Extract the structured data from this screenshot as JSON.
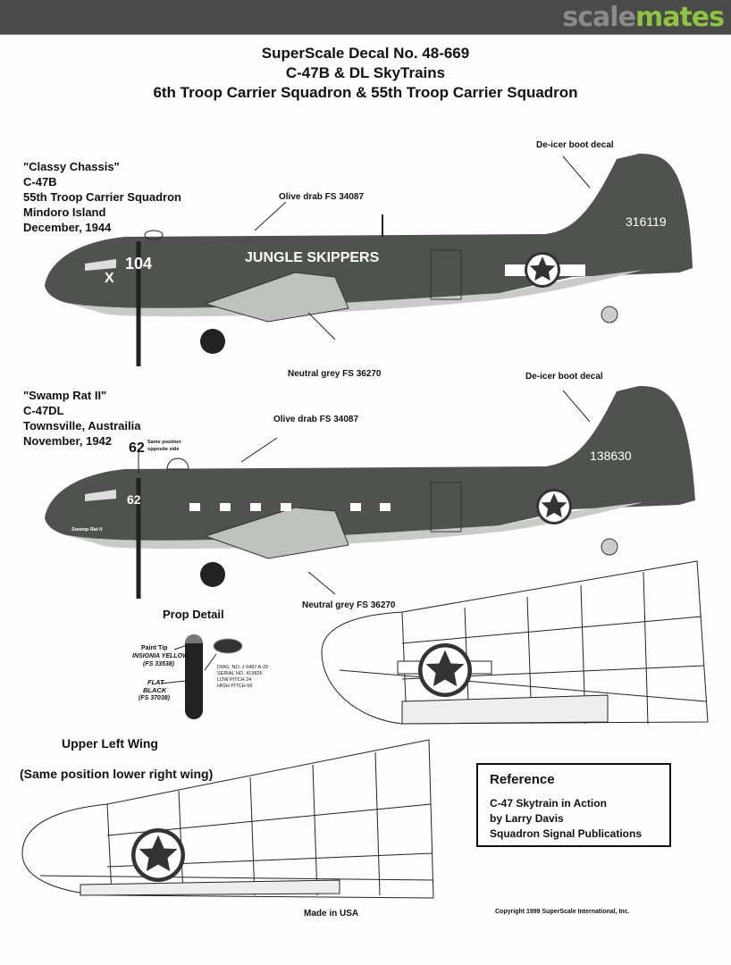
{
  "header": {
    "logo_part1": "scale",
    "logo_part2": "mates"
  },
  "title": {
    "line1": "SuperScale Decal No. 48-669",
    "line2": "C-47B & DL SkyTrains",
    "line3": "6th Troop Carrier Squadron & 55th Troop Carrier Squadron"
  },
  "aircraft1": {
    "name": "\"Classy Chassis\"",
    "type": "C-47B",
    "unit": "55th Troop Carrier Squadron",
    "location": "Mindoro Island",
    "date": "December, 1944",
    "callouts": {
      "deicer": "De-icer boot decal",
      "olive": "Olive drab FS 34087",
      "grey": "Neutral grey FS 36270"
    },
    "markings": {
      "nose_number": "104",
      "nose_letter": "X",
      "fuselage_name": "JUNGLE SKIPPERS",
      "tail_serial": "316119"
    }
  },
  "aircraft2": {
    "name": "\"Swamp Rat II\"",
    "type": "C-47DL",
    "location": "Townsville, Austrailia",
    "date": "November, 1942",
    "callouts": {
      "deicer": "De-icer boot decal",
      "olive": "Olive drab FS 34087",
      "grey": "Neutral grey FS 36270",
      "number": "62",
      "same_position": "Same position",
      "opposite_side": "opposite side"
    },
    "markings": {
      "nose_number": "62",
      "nose_art": "Swamp Rat II",
      "tail_serial": "138630"
    }
  },
  "prop_detail": {
    "title": "Prop Detail",
    "paint_tip": "Paint Tip",
    "insignia_yellow": "INSIGNIA YELLOW",
    "fs_yellow": "(FS 33538)",
    "flat": "FLAT",
    "black": "BLACK",
    "fs_black": "(FS 37038)",
    "data_plate": [
      "DWG. NO.  J 6487 A-20",
      "SERIAL NO. 413826",
      "LOW PITCH   24",
      "HIGH PITCH  66"
    ]
  },
  "wing": {
    "title": "Upper Left Wing",
    "subtitle": "(Same position lower right wing)"
  },
  "reference": {
    "title": "Reference",
    "line1": "C-47 Skytrain in Action",
    "line2": "by Larry Davis",
    "line3": "Squadron Signal Publications"
  },
  "footer": {
    "made_in": "Made in USA",
    "copyright": "Copyright 1999 SuperScale International, Inc."
  },
  "colors": {
    "olive": "#4a4d4a",
    "grey": "#c9cbc9",
    "header": "#4a4a4a",
    "brand_green": "#8cc63f"
  }
}
